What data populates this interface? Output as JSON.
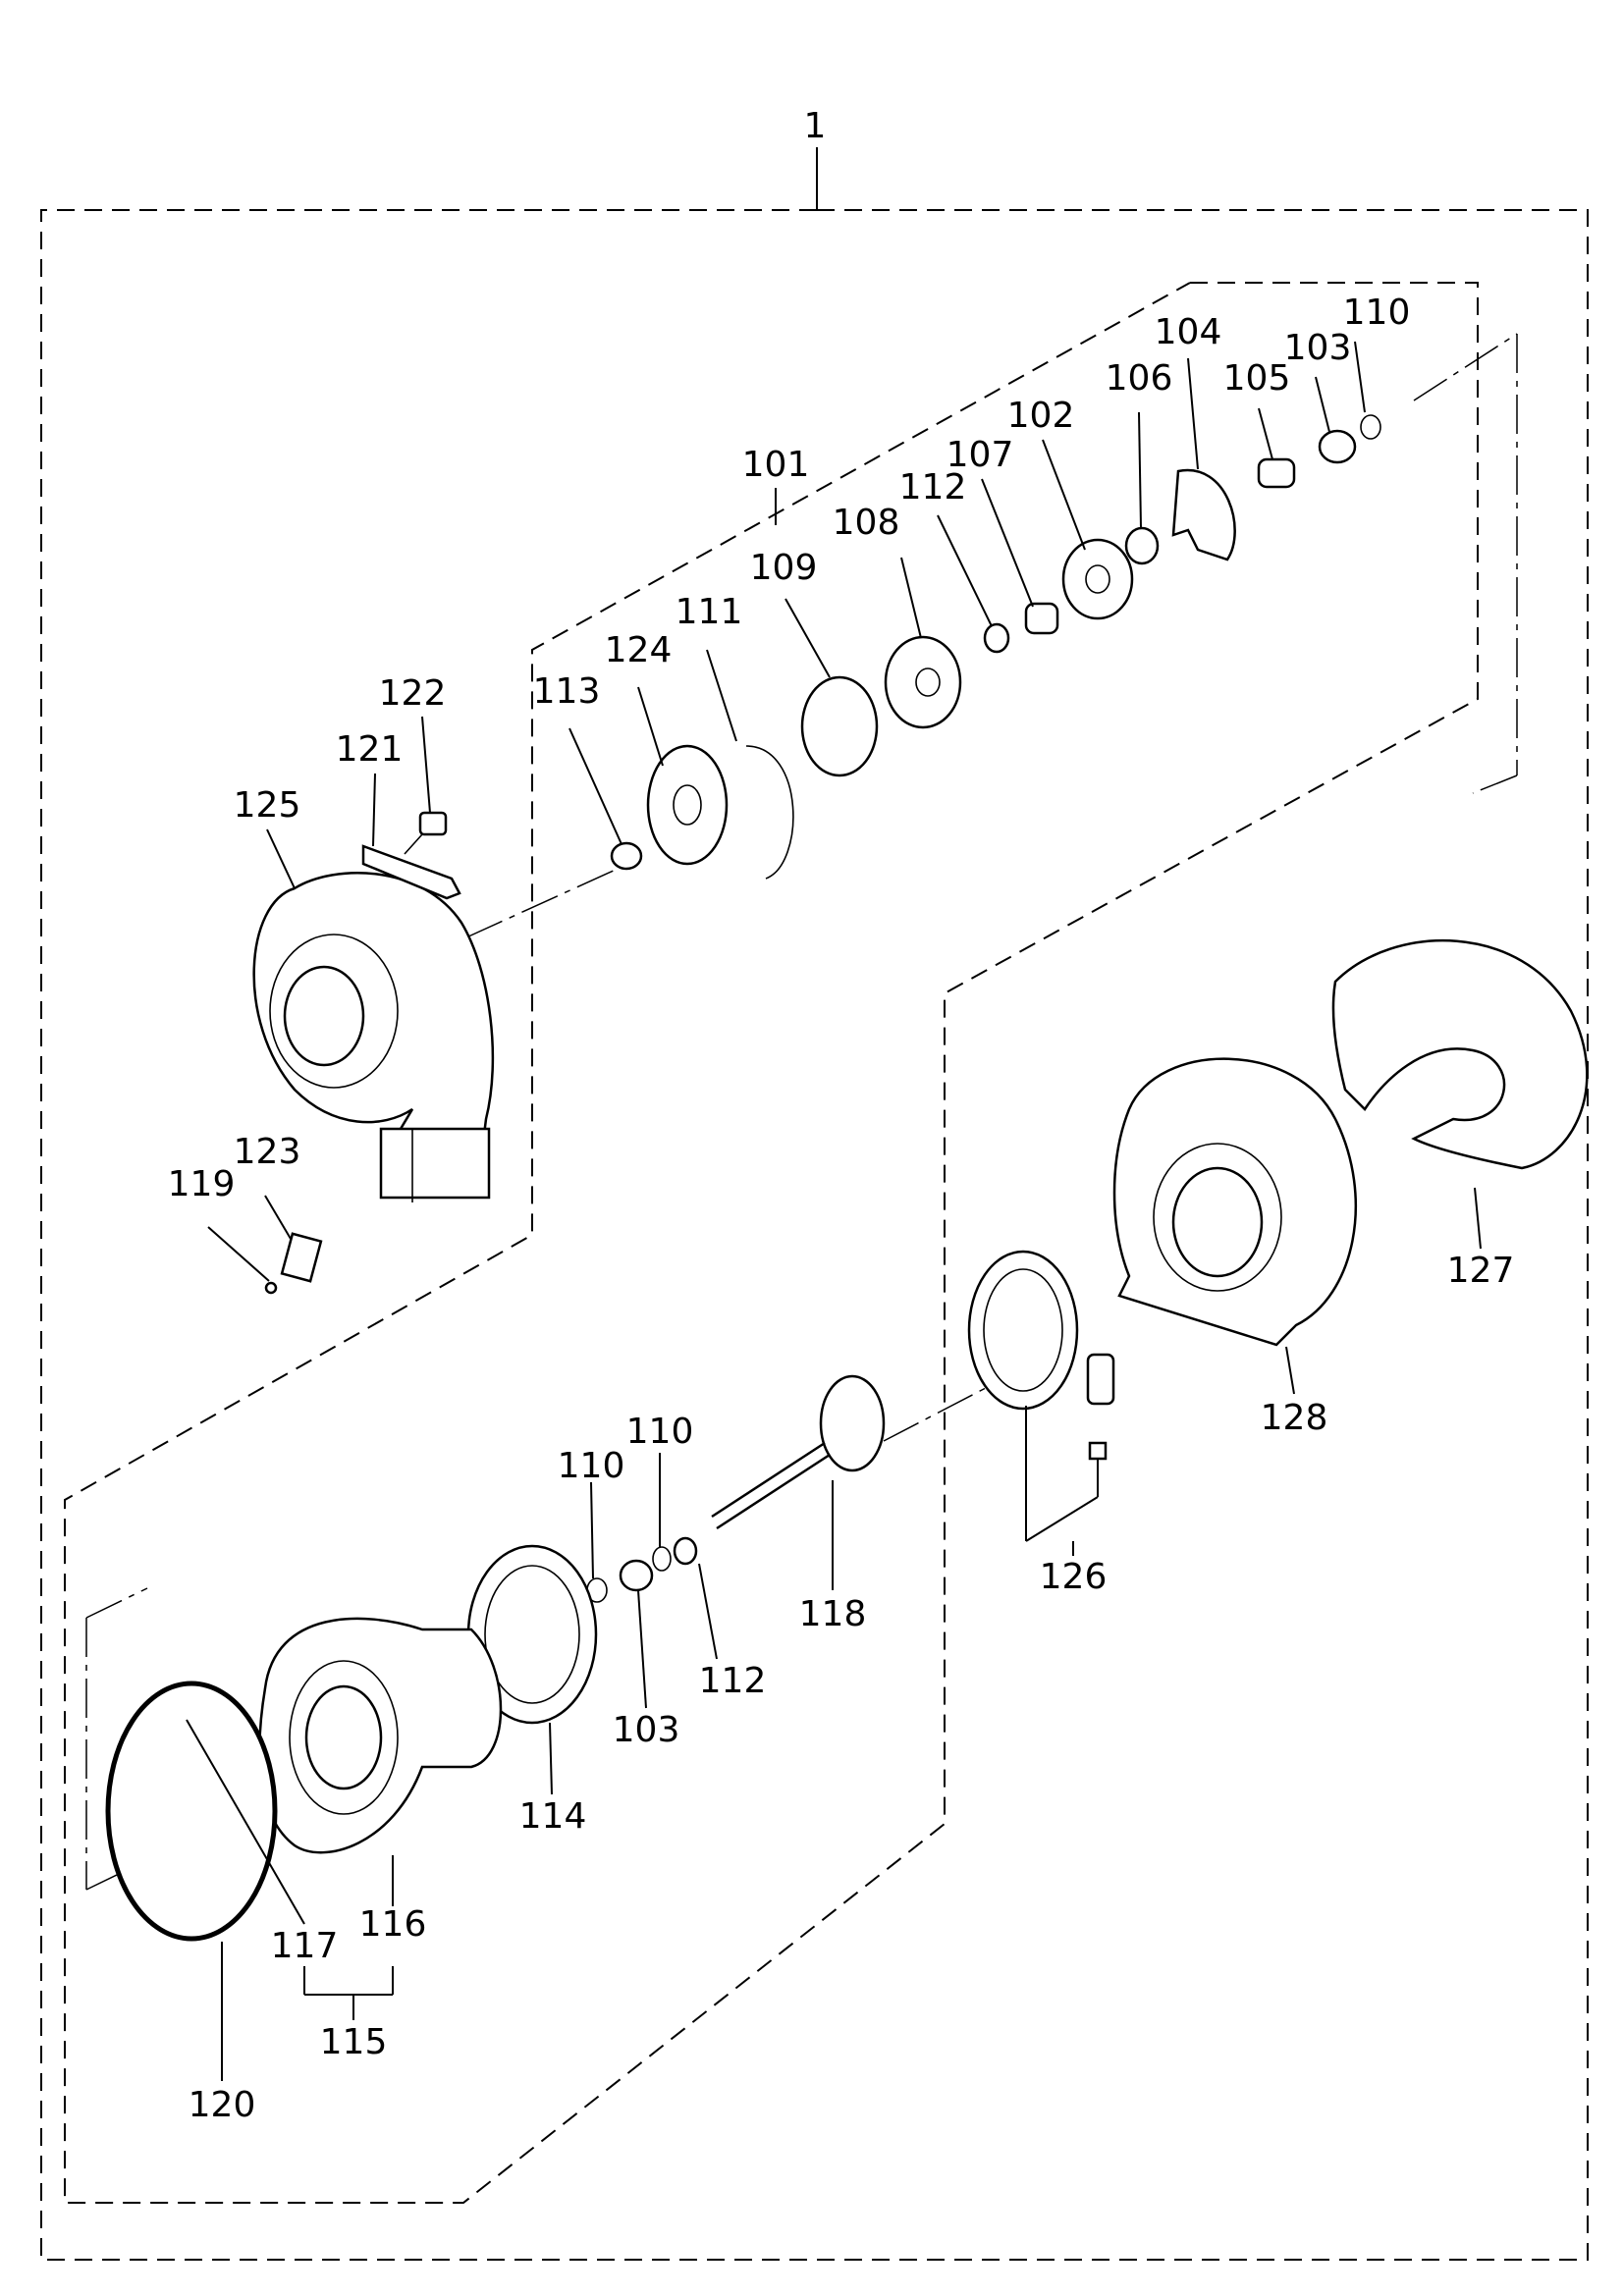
{
  "diagram": {
    "callouts": [
      {
        "id": "c1",
        "label": "1"
      },
      {
        "id": "c101",
        "label": "101"
      },
      {
        "id": "c104",
        "label": "104"
      },
      {
        "id": "c110a",
        "label": "110"
      },
      {
        "id": "c106",
        "label": "106"
      },
      {
        "id": "c103a",
        "label": "103"
      },
      {
        "id": "c105",
        "label": "105"
      },
      {
        "id": "c102",
        "label": "102"
      },
      {
        "id": "c107",
        "label": "107"
      },
      {
        "id": "c112a",
        "label": "112"
      },
      {
        "id": "c108",
        "label": "108"
      },
      {
        "id": "c109",
        "label": "109"
      },
      {
        "id": "c111",
        "label": "111"
      },
      {
        "id": "c124",
        "label": "124"
      },
      {
        "id": "c113",
        "label": "113"
      },
      {
        "id": "c122",
        "label": "122"
      },
      {
        "id": "c121",
        "label": "121"
      },
      {
        "id": "c125",
        "label": "125"
      },
      {
        "id": "c123",
        "label": "123"
      },
      {
        "id": "c119",
        "label": "119"
      },
      {
        "id": "c127",
        "label": "127"
      },
      {
        "id": "c128",
        "label": "128"
      },
      {
        "id": "c126",
        "label": "126"
      },
      {
        "id": "c118",
        "label": "118"
      },
      {
        "id": "c110b",
        "label": "110"
      },
      {
        "id": "c110c",
        "label": "110"
      },
      {
        "id": "c112b",
        "label": "112"
      },
      {
        "id": "c103b",
        "label": "103"
      },
      {
        "id": "c114",
        "label": "114"
      },
      {
        "id": "c116",
        "label": "116"
      },
      {
        "id": "c117",
        "label": "117"
      },
      {
        "id": "c115",
        "label": "115"
      },
      {
        "id": "c120",
        "label": "120"
      }
    ]
  }
}
